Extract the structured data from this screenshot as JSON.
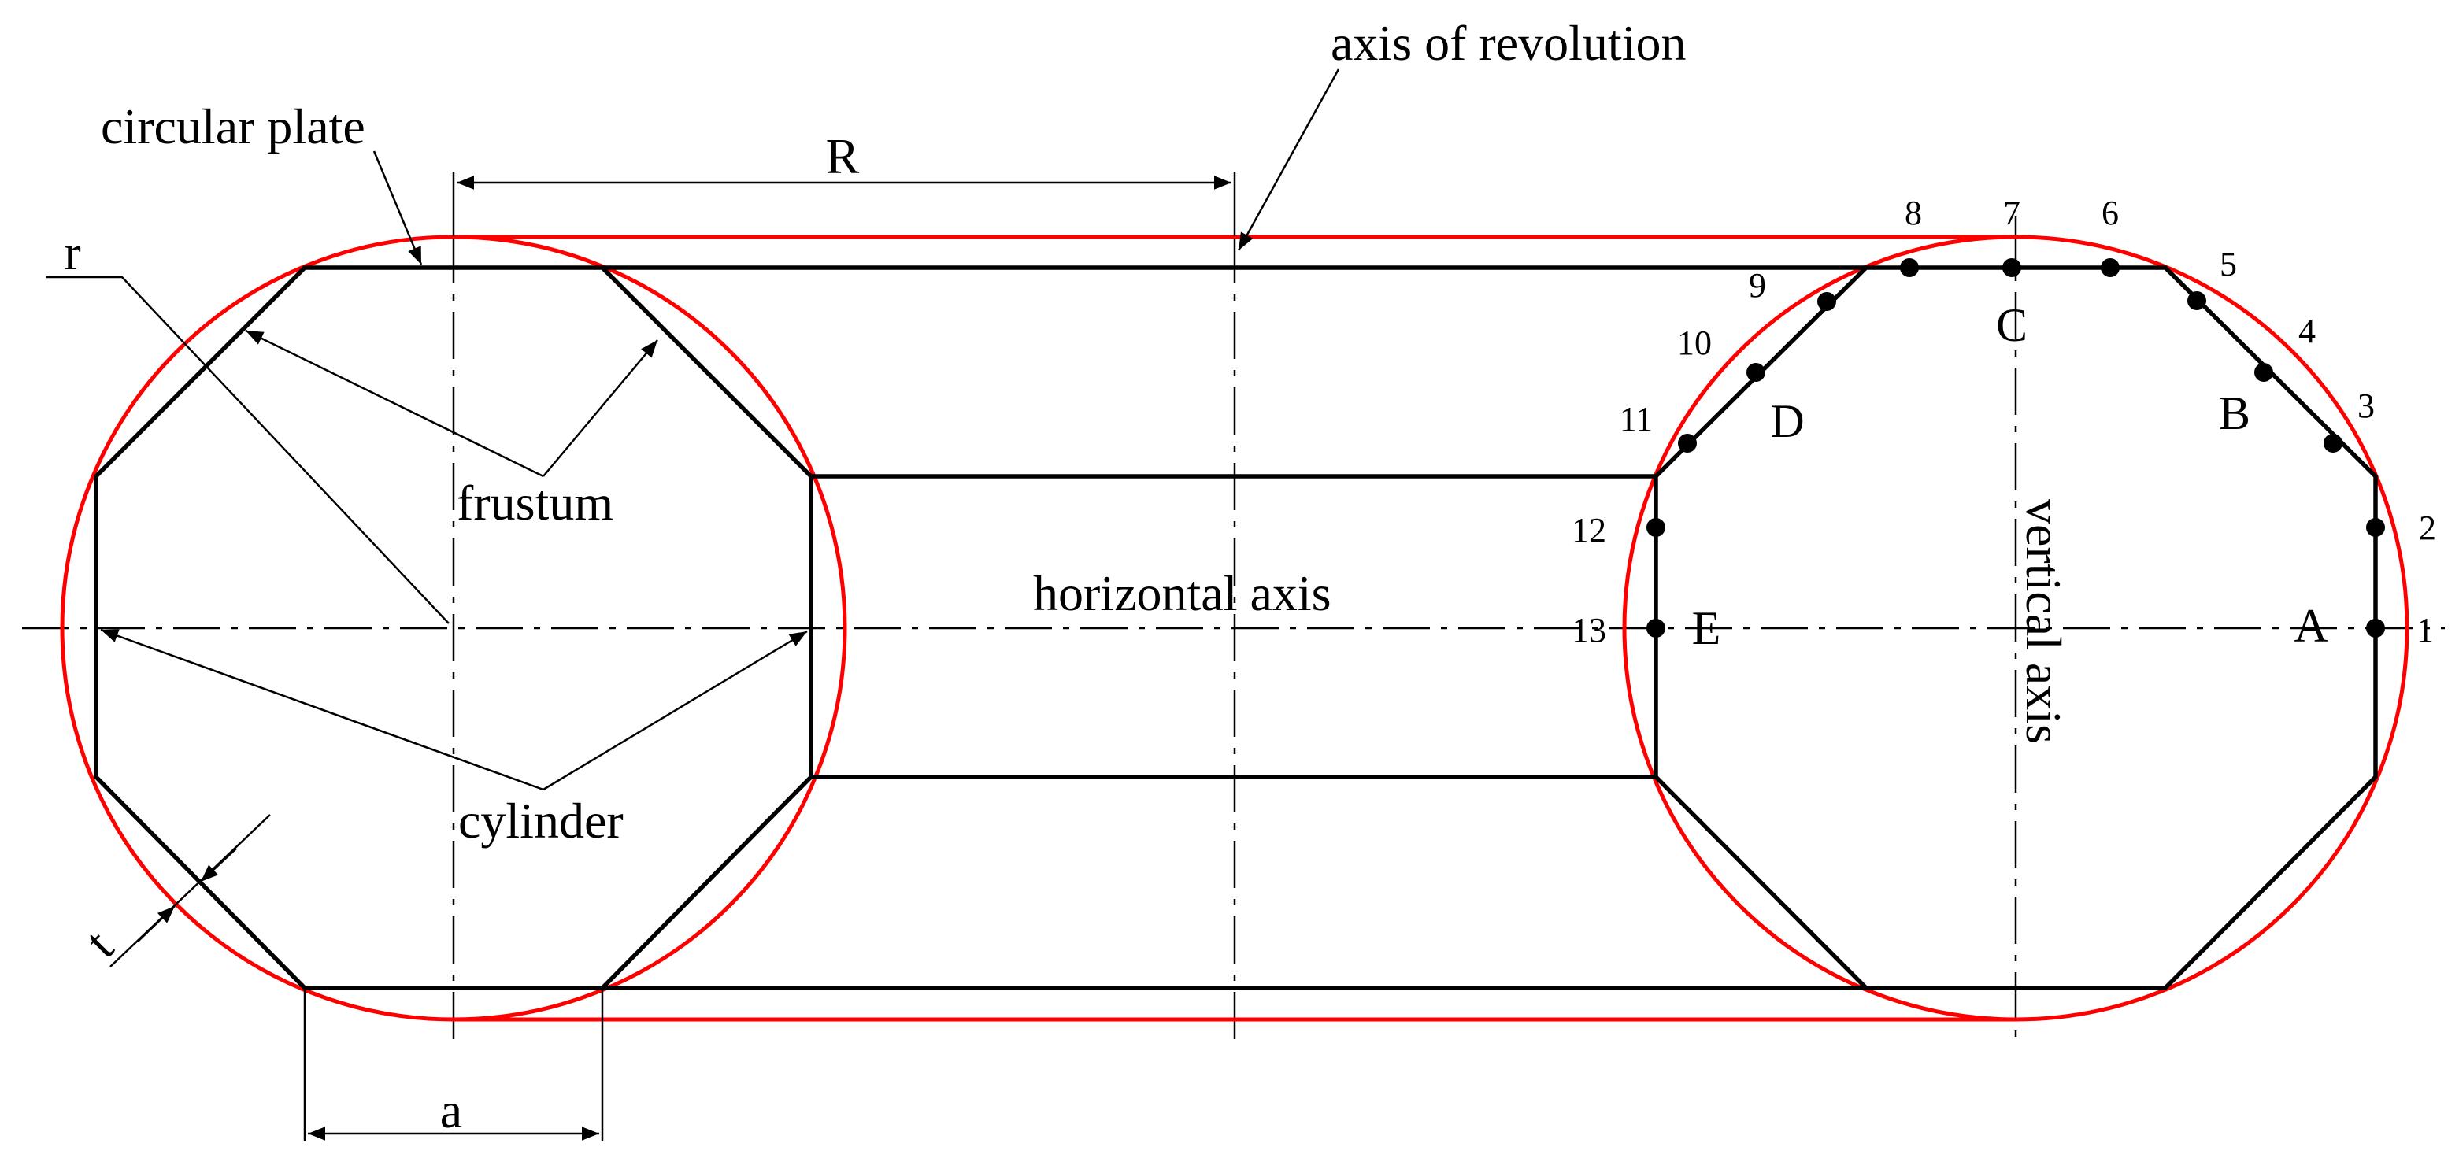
{
  "labels": {
    "axis_of_revolution": "axis of revolution",
    "circular_plate": "circular plate",
    "R": "R",
    "r": "r",
    "frustum": "frustum",
    "horizontal_axis": "horizontal axis",
    "vertical_axis": "vertical axis",
    "cylinder": "cylinder",
    "t": "t",
    "a": "a"
  },
  "point_letters": {
    "A": "A",
    "B": "B",
    "C": "C",
    "D": "D",
    "E": "E"
  },
  "node_numbers": [
    "1",
    "2",
    "3",
    "4",
    "5",
    "6",
    "7",
    "8",
    "9",
    "10",
    "11",
    "12",
    "13"
  ],
  "colors": {
    "ink": "#000000",
    "circle": "#ff0000",
    "background": "#ffffff"
  }
}
